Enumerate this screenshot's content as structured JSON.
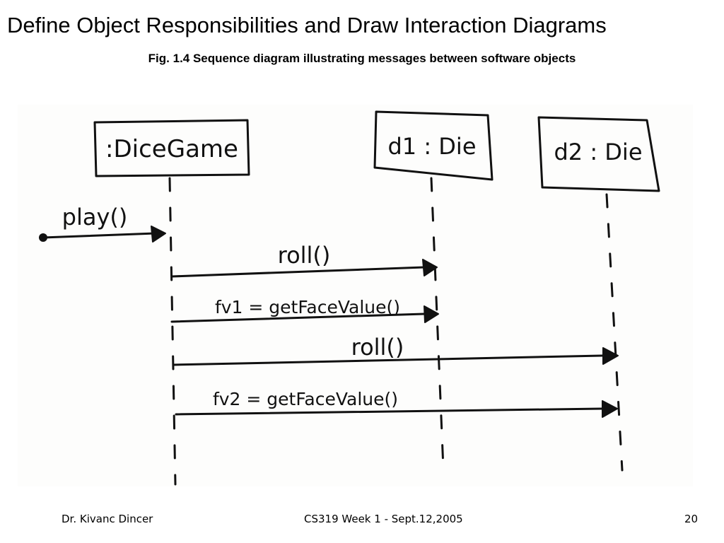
{
  "slide": {
    "title": "Define Object Responsibilities and Draw Interaction Diagrams",
    "caption": "Fig. 1.4 Sequence diagram illustrating messages between software objects"
  },
  "diagram": {
    "lifelines": [
      {
        "id": "dicegame",
        "label": ":DiceGame"
      },
      {
        "id": "d1",
        "label": "d1 : Die"
      },
      {
        "id": "d2",
        "label": "d2 : Die"
      }
    ],
    "messages": [
      {
        "label": "play()",
        "from": "found",
        "to": "dicegame"
      },
      {
        "label": "roll()",
        "from": "dicegame",
        "to": "d1"
      },
      {
        "label": "fv1 = getFaceValue()",
        "from": "dicegame",
        "to": "d1"
      },
      {
        "label": "roll()",
        "from": "dicegame",
        "to": "d2"
      },
      {
        "label": "fv2 = getFaceValue()",
        "from": "dicegame",
        "to": "d2"
      }
    ]
  },
  "footer": {
    "author": "Dr. Kivanc Dincer",
    "course": "CS319 Week 1 - Sept.12,2005",
    "page": "20"
  }
}
